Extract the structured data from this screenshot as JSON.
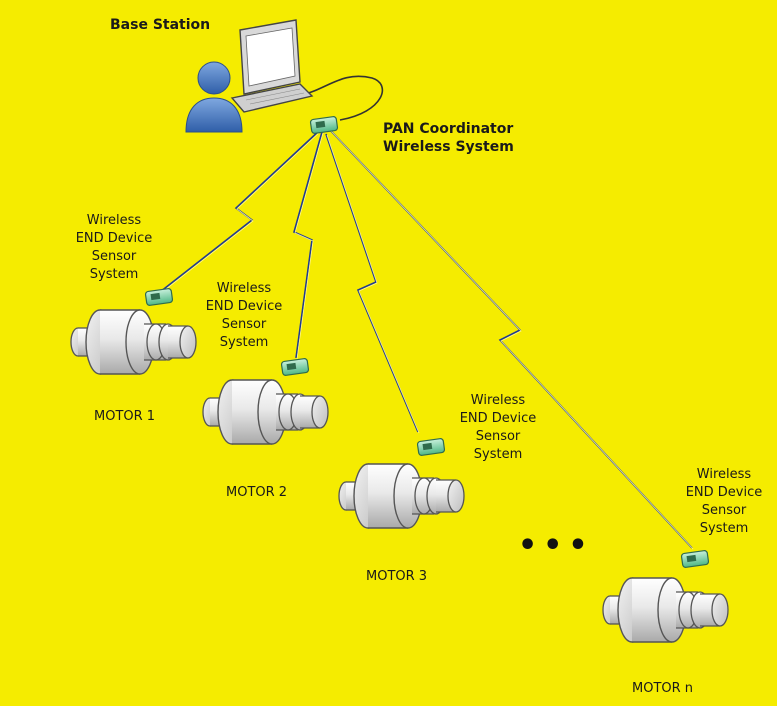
{
  "base_station": {
    "label": "Base Station"
  },
  "pan_coordinator": {
    "line1": "PAN Coordinator",
    "line2": "Wireless System"
  },
  "end_device_label": [
    "Wireless",
    "END Device",
    "Sensor",
    "System"
  ],
  "motors": [
    {
      "id": "motor-1",
      "caption": "MOTOR 1"
    },
    {
      "id": "motor-2",
      "caption": "MOTOR 2"
    },
    {
      "id": "motor-3",
      "caption": "MOTOR 3"
    },
    {
      "id": "motor-n",
      "caption": "MOTOR n"
    }
  ],
  "ellipsis": "•••",
  "colors": {
    "background": "#f5ec00",
    "link_line": "#1f3a93",
    "motor_fill": "#e6e6e6",
    "motor_stroke": "#555555",
    "sensor_fill": "#7fd1a8",
    "user_blue": "#3f6fb3"
  }
}
